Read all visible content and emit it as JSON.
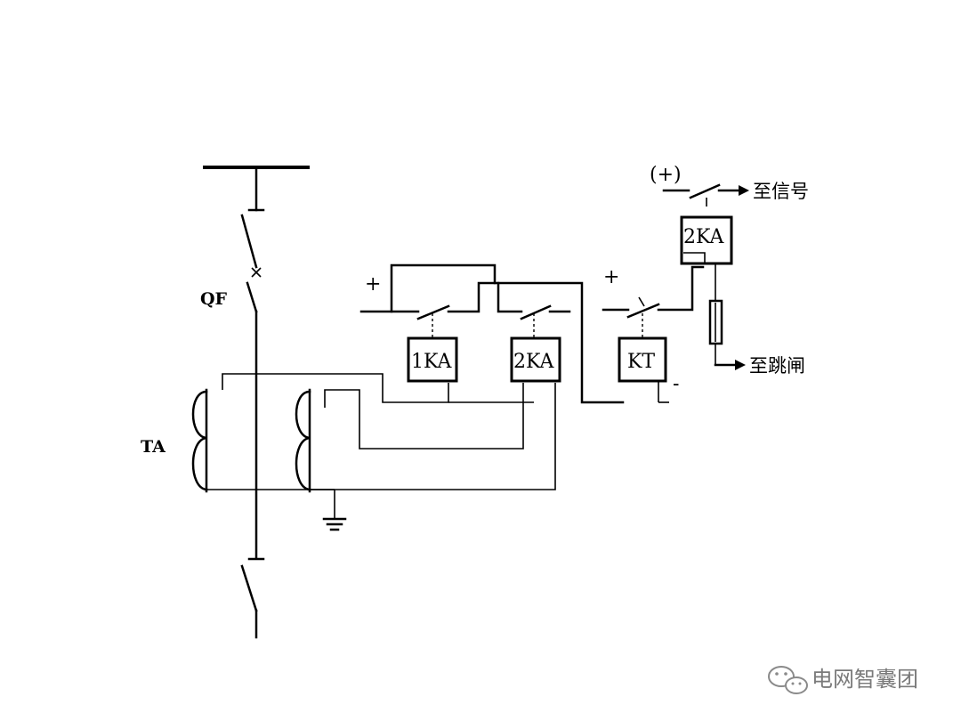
{
  "labels": {
    "breaker": "QF",
    "current_transformer": "TA",
    "relay_1ka": "1KA",
    "relay_2ka": "2KA",
    "relay_kt": "KT",
    "relay_2ka_coil": "2KA",
    "plus_left": "+",
    "plus_mid": "+",
    "minus": "-",
    "supply_positive": "(+)",
    "to_signal": "至信号",
    "to_trip": "至跳闸"
  },
  "watermark": {
    "text": "电网智囊团",
    "icon": "wechat-icon"
  }
}
